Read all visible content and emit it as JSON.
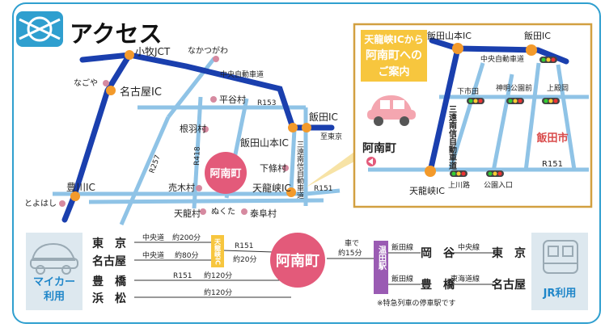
{
  "title": "アクセス",
  "colors": {
    "frame": "#2f9fcf",
    "expressway": "#1a3fae",
    "road": "#8fc3e6",
    "ic_dot": "#f39a2b",
    "place_dot": "#d68aa0",
    "highlight": "#e35a7a",
    "inset_border": "#d2a040",
    "jr_label": "#1f86c9",
    "onsen": "#9a5bb3",
    "callout_yellow": "#f7c63e"
  },
  "main_map": {
    "labels": {
      "komaki_jct": "小牧JCT",
      "nakatsugawa": "なかつがわ",
      "chuo_expy": "中央自動車道",
      "nagoya": "なごや",
      "nagoya_ic": "名古屋IC",
      "hiraya": "平谷村",
      "r153": "R153",
      "iida_ic": "飯田IC",
      "to_tokyo": "至東京",
      "nejiba": "根羽村",
      "sanen": "三遠南信自動車道",
      "r257": "R257",
      "r418": "R418",
      "iida_yamamoto": "飯田山本IC",
      "shimojo": "下條村",
      "achi_main": "阿南町",
      "toyokawa_ic": "豊川IC",
      "urugi": "売木村",
      "tenryukyo_ic": "天龍峡IC",
      "r151": "R151",
      "toyohashi": "とよはし",
      "tenryu": "天龍村",
      "nukuta": "ぬくた",
      "yasuoka": "泰阜村"
    }
  },
  "inset": {
    "callout_text": [
      "天龍峡ICから",
      "阿南町への",
      "ご案内"
    ],
    "labels": {
      "iida_yamamoto": "飯田山本IC",
      "iida_ic": "飯田IC",
      "chuo_expy": "中央自動車道",
      "shimoichi": "下市田",
      "shinmei": "神明公園前",
      "kamidono": "上殿岡",
      "sanen": "三遠南信自動車道",
      "iida_city": "飯田市",
      "achi": "阿南町",
      "tenryukyo_ic": "天龍峡IC",
      "r151": "R151",
      "kamikawaji": "上川路",
      "koen_iriguchi": "公園入口"
    }
  },
  "routes": {
    "car_label": [
      "マイカー",
      "利用"
    ],
    "jr_label": "JR利用",
    "tokyo": "東　京",
    "nagoya": "名古屋",
    "toyohashi": "豊　橋",
    "hamamatsu": "浜　松",
    "chuo_expy_1": "中央道",
    "t200": "約200分",
    "chuo_expy_2": "中央道",
    "t80": "約80分",
    "tenryukyo_box": "天龍峡IC",
    "r151_a": "R151",
    "t20": "約20分",
    "r151_b": "R151",
    "t120a": "約120分",
    "t120b": "約120分",
    "achi_big": "阿南町",
    "car_15": [
      "車で",
      "約15分"
    ],
    "onsen_station": "温田駅",
    "iida_line_1": "飯田線",
    "okaya": "岡　谷",
    "chuo_line": "中央線",
    "tokyo_jr": "東　京",
    "iida_line_2": "飯田線",
    "toyohashi_jr": "豊　橋",
    "tokaido_line": "東海道線",
    "nagoya_jr": "名古屋",
    "note": "※特急列車の停車駅です"
  }
}
